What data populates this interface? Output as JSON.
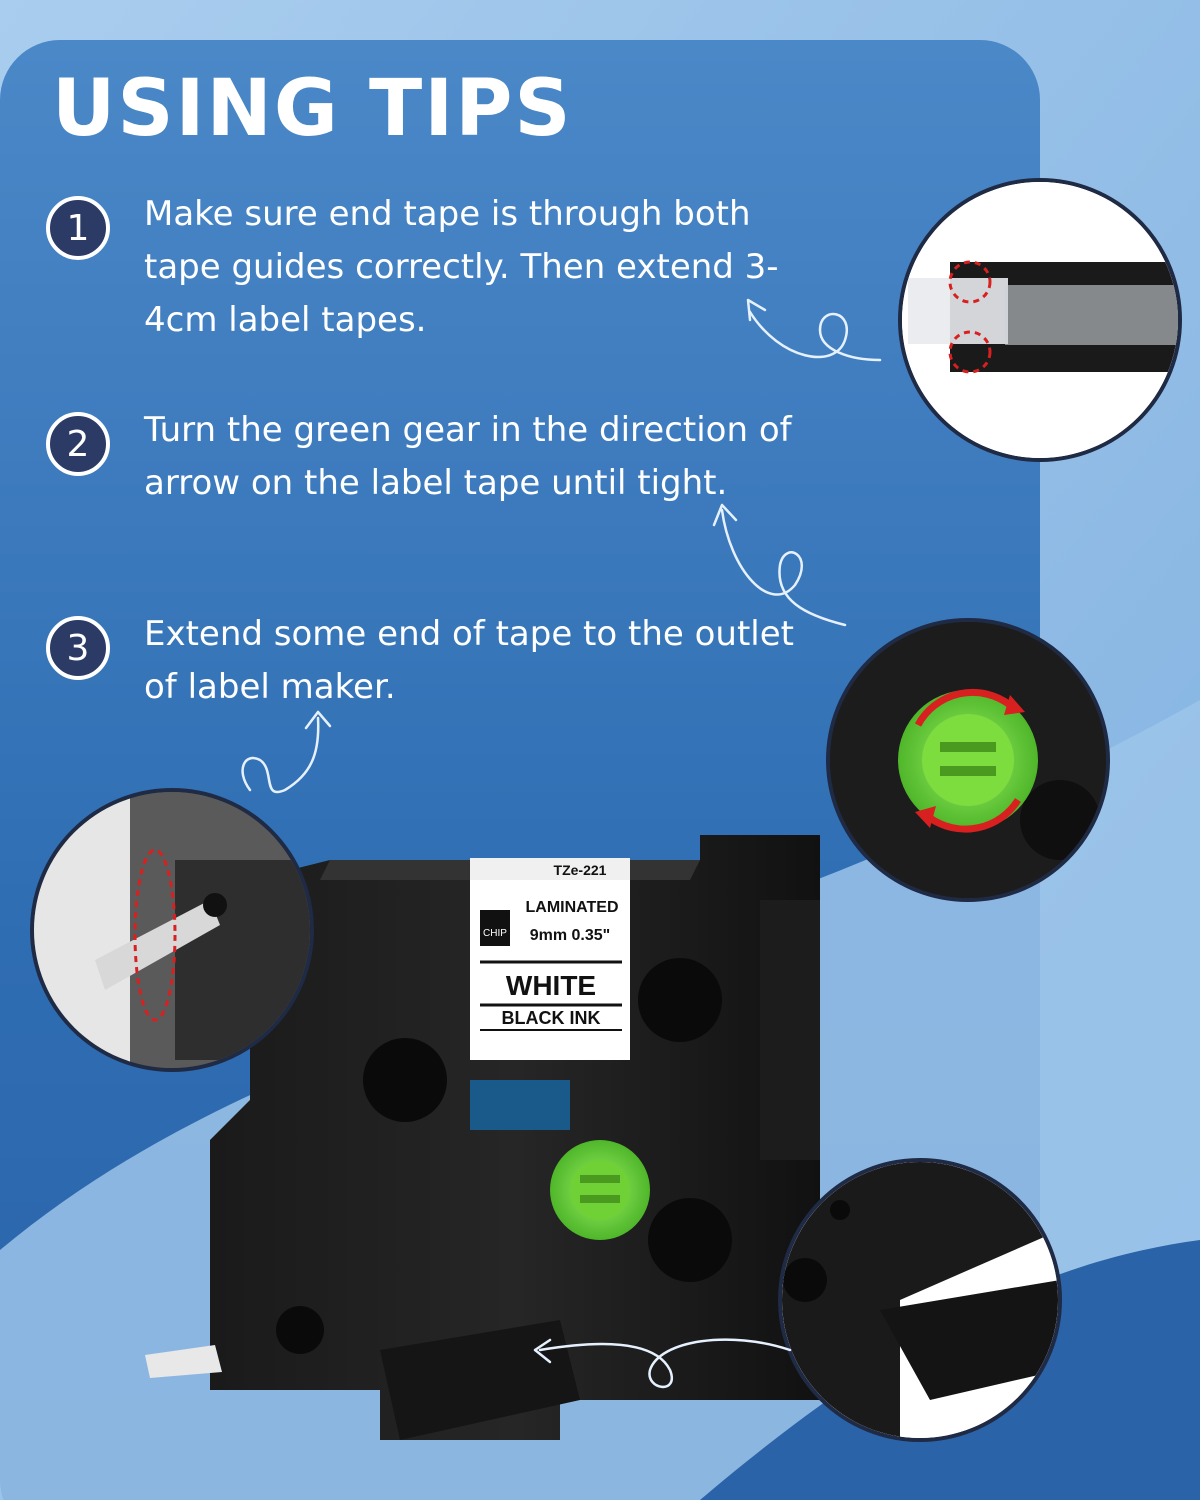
{
  "page": {
    "title": "USING TIPS"
  },
  "steps": [
    {
      "number": "1",
      "text": "Make sure end tape is through both tape guides correctly. Then extend 3-4cm label tapes."
    },
    {
      "number": "2",
      "text": "Turn the green gear in the direction of arrow on the label tape until tight."
    },
    {
      "number": "3",
      "text": "Extend some end of tape to the outlet of label maker."
    }
  ],
  "cartridge_label": {
    "code": "TZe-221",
    "type": "LAMINATED",
    "chip": "CHIP",
    "size": "9mm 0.35\"",
    "tape_color": "WHITE",
    "ink_color": "BLACK INK"
  },
  "colors": {
    "background_light": "#8ab6e0",
    "panel_blue": "#3f7fc4",
    "step_badge": "#2b3b66",
    "gear_green": "#7ddc3e",
    "guide_red": "#d82020"
  },
  "icons": [
    "curly-arrow-icon",
    "rotation-arrow-icon",
    "dashed-circle-marker"
  ]
}
